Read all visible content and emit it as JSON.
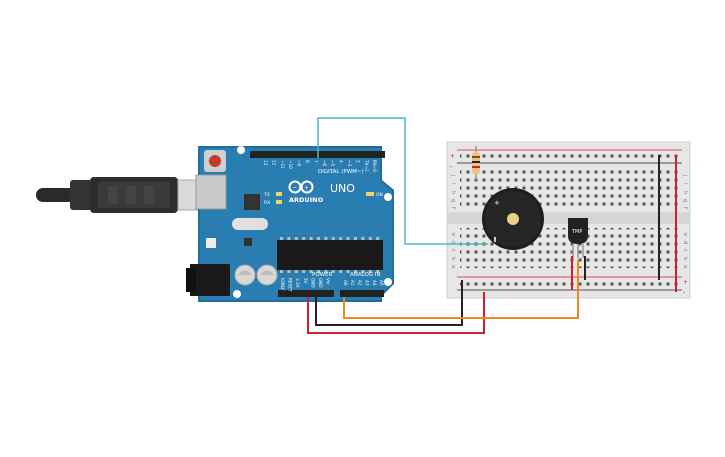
{
  "board": {
    "brand": "ARDUINO",
    "model": "UNO",
    "digital_label": "DIGITAL (PWM~)",
    "power_label": "POWER",
    "analog_label": "ANALOG IN",
    "aref": "AREF",
    "gnd": "GND",
    "tx": "TX",
    "rx": "RX",
    "on": "ON",
    "digital_pins": [
      "13",
      "12",
      "~11",
      "~10",
      "~9",
      "8",
      "7",
      "~6",
      "~5",
      "4",
      "~3",
      "2",
      "TX→1",
      "RX←0"
    ],
    "power_pins": [
      "IOREF",
      "RESET",
      "3.3V",
      "5V",
      "GND",
      "GND",
      "Vin"
    ],
    "analog_pins": [
      "A0",
      "A1",
      "A2",
      "A3",
      "A4",
      "A5"
    ]
  },
  "breadboard": {
    "rows_top": [
      "j",
      "i",
      "h",
      "g",
      "f"
    ],
    "rows_bottom": [
      "e",
      "d",
      "c",
      "b",
      "a"
    ],
    "plus": "+",
    "minus": "-"
  },
  "components": {
    "sensor_label": "TMP",
    "buzzer_plus": "+"
  },
  "wire_colors": {
    "cyan": "#4fb8c4",
    "red": "#d0202b",
    "black": "#222222",
    "orange": "#e88b1a"
  }
}
